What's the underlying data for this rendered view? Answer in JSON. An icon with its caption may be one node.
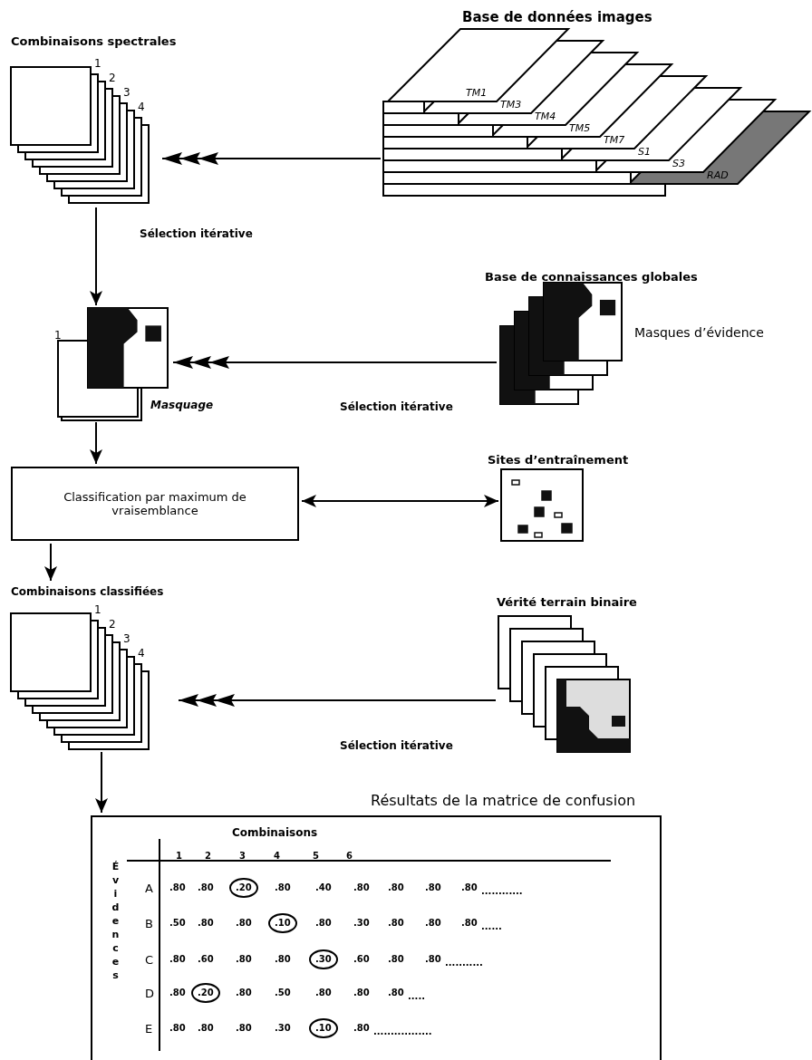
{
  "diagram": {
    "nodes": [
      {
        "text": [
          "Combinaisons spectrales"
        ]
      },
      {
        "text": [
          "Base de données images"
        ]
      },
      {
        "text": [],
        "shape": "picture",
        "beside": [
          "Masquage"
        ]
      },
      {
        "text": [
          "Base de connaissances globales"
        ],
        "beside": [
          "Masques d’évidence"
        ]
      },
      {
        "text": [
          "Classification par maximum de vraisemblance"
        ]
      },
      {
        "text": [
          "Sites d’entraînement"
        ]
      },
      {
        "text": [
          "Combinaisons classifiées"
        ]
      },
      {
        "text": [
          "Vérité terrain binaire"
        ]
      },
      {
        "text": [
          "Résultats de la matrice de confusion"
        ]
      }
    ],
    "edges": [
      {
        "from": 1,
        "to": 0,
        "arrow": "to"
      },
      {
        "from": 0,
        "to": 2,
        "arrow": "to",
        "label": "Sélection itérative"
      },
      {
        "from": 3,
        "to": 2,
        "arrow": "to",
        "label": "Sélection itérative"
      },
      {
        "from": 2,
        "to": 4,
        "arrow": "to"
      },
      {
        "from": 4,
        "to": 5,
        "arrow": "both"
      },
      {
        "from": 4,
        "to": 6,
        "arrow": "to"
      },
      {
        "from": 7,
        "to": 6,
        "arrow": "to",
        "label": "Sélection itérative"
      },
      {
        "from": 6,
        "to": 8,
        "arrow": "to"
      }
    ],
    "labels": [
      "1",
      "2",
      "3",
      "4",
      "TM1",
      "TM3",
      "TM4",
      "TM5",
      "TM7",
      "S1",
      "S3",
      "RAD",
      "1",
      "1",
      "2",
      "3",
      "4",
      "Combinaisons",
      "1",
      "2",
      "3",
      "4",
      "5",
      "6",
      "Évidences",
      "A",
      ".80",
      ".80",
      ".20",
      ".80",
      ".40",
      ".80",
      ".80",
      ".80",
      ".80",
      "............",
      "B",
      ".50",
      ".80",
      ".80",
      ".10",
      ".80",
      ".30",
      ".80",
      ".80",
      ".80",
      "......",
      "C",
      ".80",
      ".60",
      ".80",
      ".80",
      ".30",
      ".60",
      ".80",
      ".80",
      "...........",
      "D",
      ".80",
      ".20",
      ".80",
      ".50",
      ".80",
      ".80",
      ".80",
      ".....",
      "E",
      ".80",
      ".80",
      ".80",
      ".30",
      ".10",
      ".80",
      "................."
    ]
  }
}
